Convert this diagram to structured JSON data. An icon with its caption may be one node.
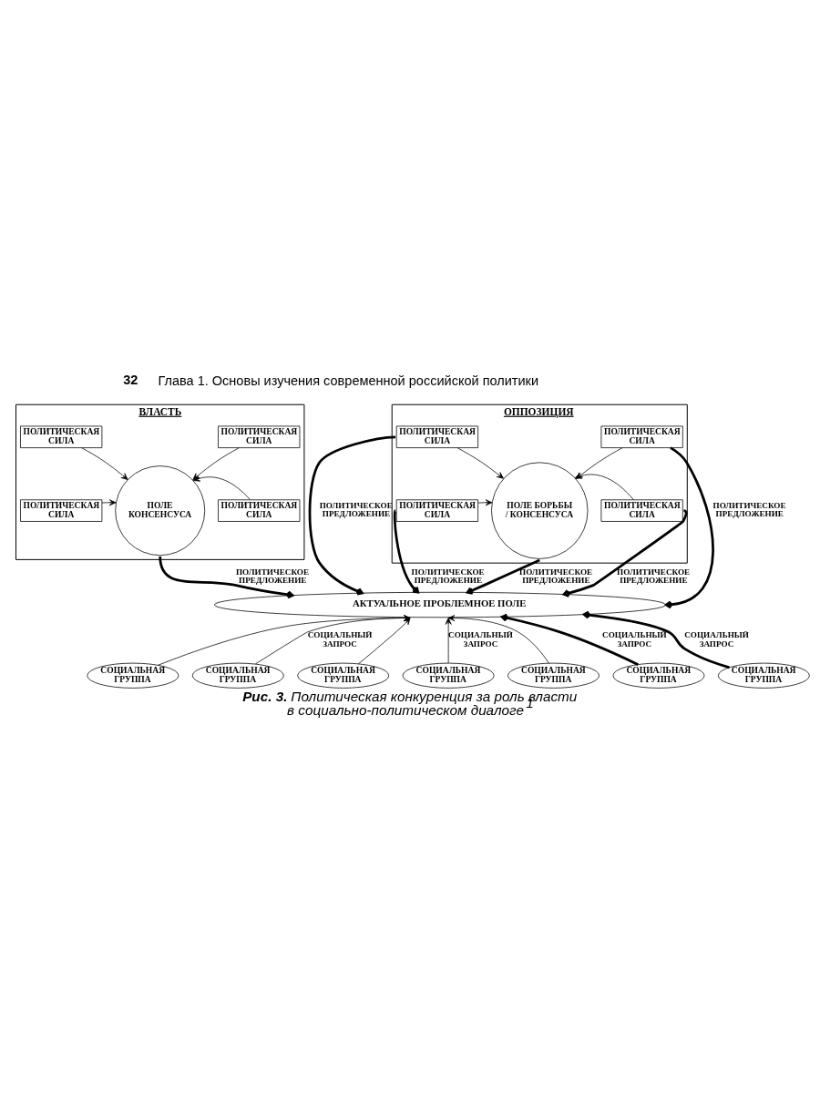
{
  "diagram": {
    "caption": "**Рис. 3.** Политическая конкуренция за роль власти в социально-политическом диалоге$^{1}$",
    "nodes": [
      {
        "text": [
          "ВЛАСТЬ"
        ]
      },
      {
        "text": [
          "ПОЛИТИЧЕСКАЯ СИЛА"
        ],
        "in": 0
      },
      {
        "text": [
          "ПОЛЕ КОНСЕНСУСА"
        ],
        "in": 0
      },
      {
        "text": [
          "ПОЛИТИЧЕСКАЯ СИЛА"
        ],
        "in": 0
      },
      {
        "text": [
          "ПОЛИТИЧЕСКАЯ СИЛА"
        ],
        "in": 0
      },
      {
        "text": [
          "ПОЛИТИЧЕСКАЯ СИЛА"
        ],
        "in": 0
      },
      {
        "text": [
          "ОППОЗИЦИЯ"
        ]
      },
      {
        "text": [
          "ПОЛИТИЧЕСКАЯ СИЛА"
        ],
        "in": 6
      },
      {
        "text": [
          "ПОЛЕ БОРЬБЫ / КОНСЕНСУСА"
        ],
        "in": 6
      },
      {
        "text": [
          "ПОЛИТИЧЕСКАЯ СИЛА"
        ],
        "in": 6
      },
      {
        "text": [
          "ПОЛИТИЧЕСКАЯ СИЛА"
        ],
        "in": 6
      },
      {
        "text": [
          "ПОЛИТИЧЕСКАЯ СИЛА"
        ],
        "in": 6
      },
      {
        "text": [
          "АКТУАЛЬНОЕ ПРОБЛЕМНОЕ ПОЛЕ"
        ]
      },
      {
        "text": [
          "СОЦИАЛЬНАЯ ГРУППА"
        ]
      },
      {
        "text": [
          "СОЦИАЛЬНАЯ ГРУППА"
        ]
      },
      {
        "text": [
          "СОЦИАЛЬНАЯ ГРУППА"
        ]
      },
      {
        "text": [
          "СОЦИАЛЬНАЯ ГРУППА"
        ]
      },
      {
        "text": [
          "СОЦИАЛЬНАЯ ГРУППА"
        ]
      },
      {
        "text": [
          "СОЦИАЛЬНАЯ ГРУППА"
        ]
      },
      {
        "text": [
          "СОЦИАЛЬНАЯ ГРУППА"
        ]
      }
    ],
    "edges": [
      {
        "from": 1,
        "to": 2,
        "arrow": "to"
      },
      {
        "from": 3,
        "to": 2,
        "arrow": "to"
      },
      {
        "from": 4,
        "to": 2,
        "arrow": "to"
      },
      {
        "from": 5,
        "to": 2,
        "arrow": "to"
      },
      {
        "from": 7,
        "to": 8,
        "arrow": "to"
      },
      {
        "from": 9,
        "to": 8,
        "arrow": "to"
      },
      {
        "from": 10,
        "to": 8,
        "arrow": "to"
      },
      {
        "from": 11,
        "to": 8,
        "arrow": "to"
      },
      {
        "from": 2,
        "to": 12,
        "arrow": "to",
        "label": "ПОЛИТИЧЕСКОЕ ПРЕДЛОЖЕНИЕ",
        "style": "thick"
      },
      {
        "from": 7,
        "to": 12,
        "arrow": "to",
        "label": "ПОЛИТИЧЕСКОЕ ПРЕДЛОЖЕНИЕ",
        "style": "thick"
      },
      {
        "from": 10,
        "to": 12,
        "arrow": "to",
        "label": "ПОЛИТИЧЕСКОЕ ПРЕДЛОЖЕНИЕ",
        "style": "thick"
      },
      {
        "from": 8,
        "to": 12,
        "arrow": "to",
        "label": "ПОЛИТИЧЕСКОЕ ПРЕДЛОЖЕНИЕ",
        "style": "thick"
      },
      {
        "from": 11,
        "to": 12,
        "arrow": "to",
        "label": "ПОЛИТИЧЕСКОЕ ПРЕДЛОЖЕНИЕ",
        "style": "thick"
      },
      {
        "from": 9,
        "to": 12,
        "arrow": "to",
        "label": "ПОЛИТИЧЕСКОЕ ПРЕДЛОЖЕНИЕ",
        "style": "thick"
      },
      {
        "from": 13,
        "to": 12,
        "arrow": "to"
      },
      {
        "from": 14,
        "to": 12,
        "arrow": "to",
        "label": "СОЦИАЛЬНЫЙ ЗАПРОС"
      },
      {
        "from": 15,
        "to": 12,
        "arrow": "to"
      },
      {
        "from": 16,
        "to": 12,
        "arrow": "to",
        "label": "СОЦИАЛЬНЫЙ ЗАПРОС"
      },
      {
        "from": 17,
        "to": 12,
        "arrow": "to"
      },
      {
        "from": 18,
        "to": 12,
        "arrow": "to",
        "label": "СОЦИАЛЬНЫЙ ЗАПРОС",
        "style": "thick"
      },
      {
        "from": 19,
        "to": 12,
        "arrow": "to",
        "label": "СОЦИАЛЬНЫЙ ЗАПРОС",
        "style": "thick"
      }
    ],
    "labels": [
      "32",
      "Глава 1. Основы изучения современной российской политики"
    ]
  }
}
